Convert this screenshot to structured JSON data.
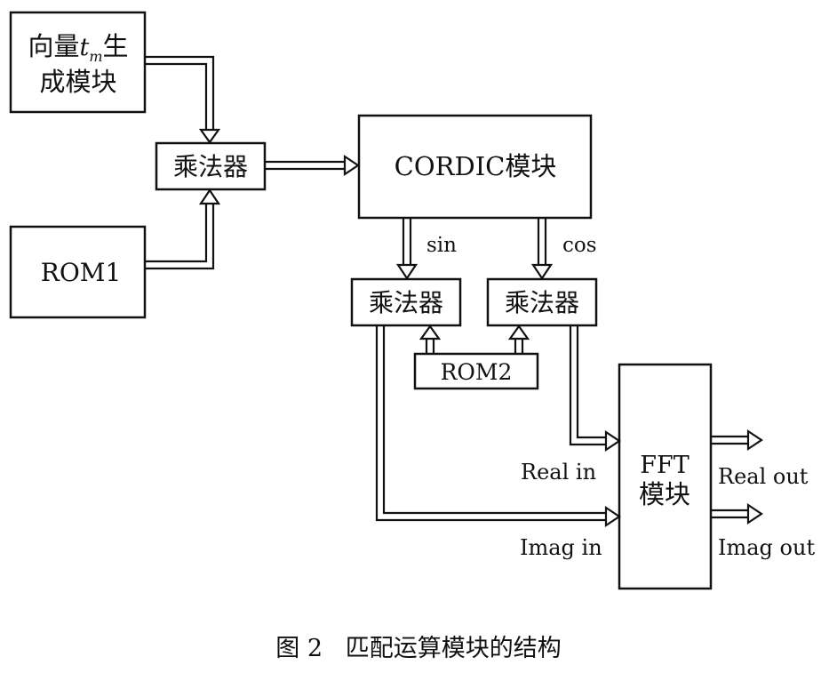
{
  "blocks": {
    "vector_gen": {
      "line1_prefix": "向量",
      "line1_var": "t",
      "line1_sub": "m",
      "line1_suffix": "生",
      "line2": "成模块"
    },
    "multiplier_top": "乘法器",
    "rom1": "ROM1",
    "cordic": "CORDIC模块",
    "multiplier_sin": "乘法器",
    "multiplier_cos": "乘法器",
    "rom2": "ROM2",
    "fft_line1": "FFT",
    "fft_line2": "模块"
  },
  "signals": {
    "sin": "sin",
    "cos": "cos",
    "real_in": "Real in",
    "imag_in": "Imag in",
    "real_out": "Real out",
    "imag_out": "Imag out"
  },
  "caption": "图 2   匹配运算模块的结构",
  "colors": {
    "ink": "#111111",
    "paper": "#ffffff"
  }
}
